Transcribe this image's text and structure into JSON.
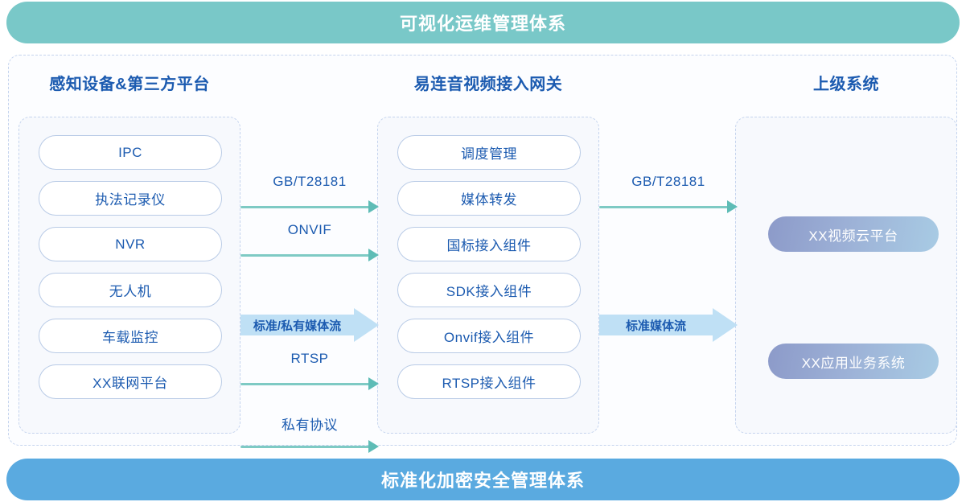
{
  "banners": {
    "top": "可视化运维管理体系",
    "bottom": "标准化加密安全管理体系",
    "top_color": "#79c8c8",
    "bottom_color": "#5aaae0"
  },
  "columns": [
    {
      "id": "left",
      "title": "感知设备&第三方平台",
      "items": [
        "IPC",
        "执法记录仪",
        "NVR",
        "无人机",
        "车载监控",
        "XX联网平台"
      ]
    },
    {
      "id": "mid",
      "title": "易连音视频接入网关",
      "items": [
        "调度管理",
        "媒体转发",
        "国标接入组件",
        "SDK接入组件",
        "Onvif接入组件",
        "RTSP接入组件"
      ]
    },
    {
      "id": "right",
      "title": "上级系统",
      "items": [
        "XX视频云平台",
        "XX应用业务系统"
      ]
    }
  ],
  "connectors": {
    "left_to_mid": [
      {
        "label": "GB/T28181",
        "style": "thin"
      },
      {
        "label": "ONVIF",
        "style": "thin"
      },
      {
        "label": "标准/私有媒体流",
        "style": "block"
      },
      {
        "label": "RTSP",
        "style": "thin"
      },
      {
        "label": "私有协议",
        "style": "thin"
      }
    ],
    "mid_to_right": [
      {
        "label": "GB/T28181",
        "style": "thin"
      },
      {
        "label": "标准媒体流",
        "style": "block"
      }
    ]
  },
  "colors": {
    "title_blue": "#1c5bb0",
    "pill_border": "#b9cbe6",
    "dashed_border": "#c5d4ee",
    "arrow_teal": "#7ecac4",
    "block_arrow_fill": "#bfe0f5",
    "gradient_start": "#8c9ac9",
    "gradient_end": "#a8cbe4"
  }
}
